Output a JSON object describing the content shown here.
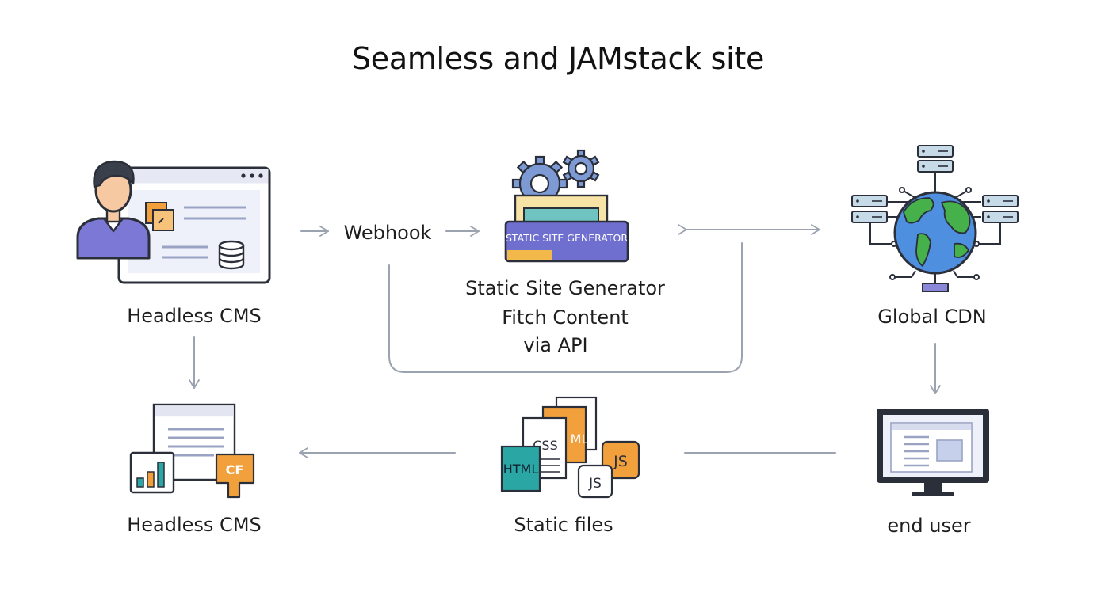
{
  "title": "Seamless and JAMstack site",
  "labels": {
    "headless_cms_top": "Headless CMS",
    "webhook": "Webhook",
    "ssg_badge": "STATIC SITE GENERATOR",
    "ssg_line1": "Static Site Generator",
    "ssg_line2": "Fitch Content",
    "ssg_line3": "via API",
    "global_cdn": "Global CDN",
    "headless_cms_bottom": "Headless CMS",
    "static_files": "Static files",
    "end_user": "end user"
  },
  "file_icons": {
    "css": "CSS",
    "html": "HTML",
    "ml": "ML",
    "js_orange": "JS",
    "js_white": "JS",
    "cf_badge": "CF"
  },
  "icons": {
    "cms_person": "person-at-cms-window-icon",
    "ssg": "gear-static-site-generator-icon",
    "cdn": "globe-server-network-icon",
    "cms_analytics": "analytics-documents-icon",
    "static_files": "static-file-stack-icon",
    "end_user": "desktop-monitor-icon"
  },
  "colors": {
    "purple": "#6f6fcf",
    "orange": "#f2a03c",
    "teal": "#2aa6a5",
    "globe_blue": "#4f8fe0",
    "globe_green": "#46b04a",
    "dark_outline": "#2b2f3a",
    "arrow": "#9aa3af"
  }
}
